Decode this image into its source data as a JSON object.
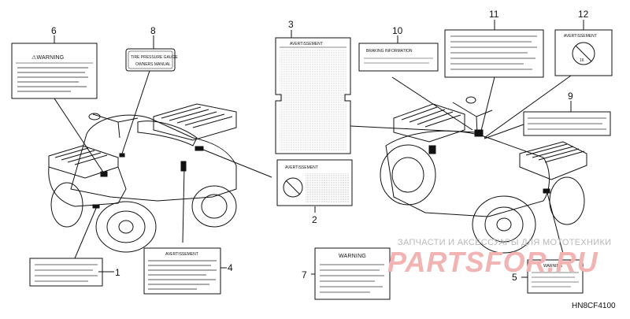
{
  "diagram": {
    "code": "HN8CF4100",
    "watermark": {
      "line1": "ЗАПЧАСТИ И АКСЕССУАРЫ ДЛЯ МОТОТЕХНИКИ",
      "line2": "PARTSFOR.RU"
    },
    "callouts": [
      "1",
      "2",
      "3",
      "4",
      "5",
      "6",
      "7",
      "8",
      "9",
      "10",
      "11",
      "12"
    ],
    "labels": {
      "warning6": "⚠WARNING",
      "tire8_line1": "TIRE PRESSURE GAUGE",
      "tire8_line2": "OWNERS MANUAL",
      "avert3": "AVERTISSEMENT",
      "braking10": "BRAKING INFORMATION",
      "avert12": "AVERTISSEMENT",
      "avert2": "AVERTISSEMENT",
      "avert4": "AVERTISSEMENT",
      "warning7": "WARNING",
      "warning5": "WARNING",
      "age12": "16"
    }
  }
}
